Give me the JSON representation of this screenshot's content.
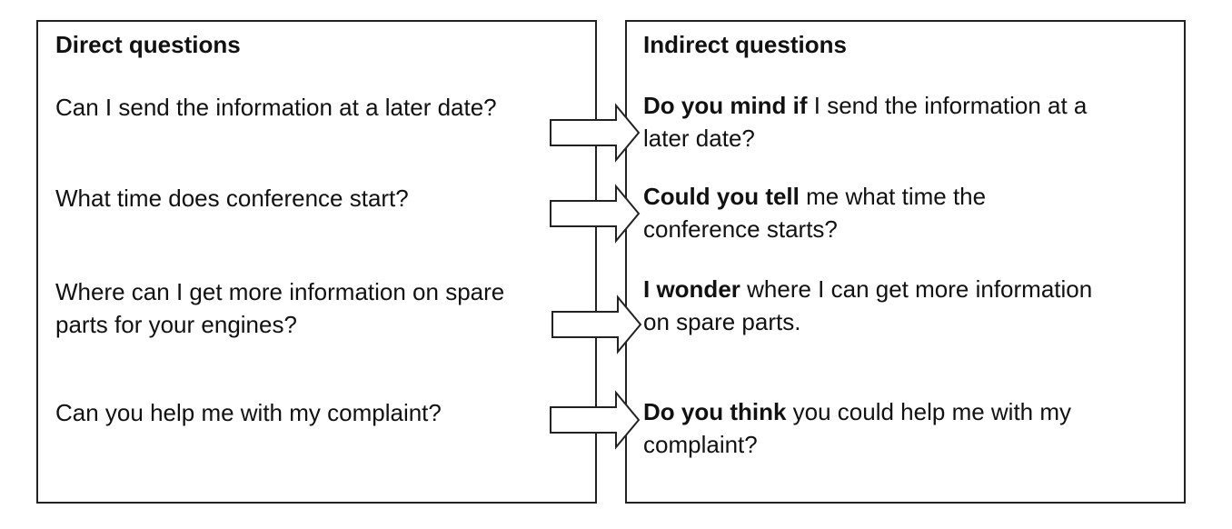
{
  "direct": {
    "heading": "Direct questions",
    "questions": [
      [
        "Can I send the information at a later date?"
      ],
      [
        "What time does conference start?"
      ],
      [
        "Where can I get more information on spare",
        "parts for your engines?"
      ],
      [
        "Can you help me with my complaint?"
      ]
    ]
  },
  "indirect": {
    "heading": "Indirect questions",
    "questions": [
      {
        "bold": "Do you mind if",
        "line1": " I send the information at a",
        "line2": "later date?"
      },
      {
        "bold": "Could you tell",
        "line1": " me what time the",
        "line2": "conference starts?"
      },
      {
        "bold": "I wonder",
        "line1": " where I can get more information",
        "line2": "on spare parts."
      },
      {
        "bold": "Do you think",
        "line1": " you could help me with my",
        "line2": "complaint?"
      }
    ]
  },
  "arrow_icon": "right-arrow-icon",
  "colors": {
    "border": "#222222",
    "text": "#111111",
    "background": "#ffffff"
  }
}
